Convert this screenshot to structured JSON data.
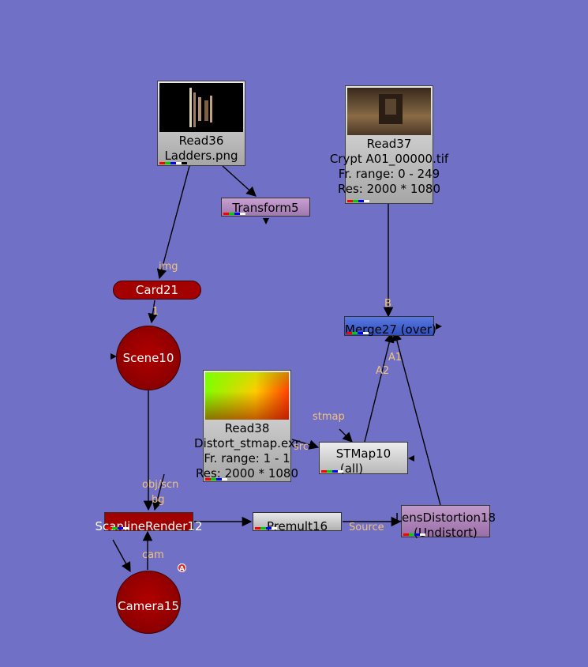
{
  "nodes": {
    "read36": {
      "name": "Read36",
      "file": "Ladders.png"
    },
    "read37": {
      "name": "Read37",
      "file": "Crypt A01_00000.tif",
      "range": "Fr. range: 0 - 249",
      "res": "Res: 2000 * 1080"
    },
    "read38": {
      "name": "Read38",
      "file": "Distort_stmap.exr",
      "range": "Fr. range: 1 - 1",
      "res": "Res: 2000 * 1080"
    },
    "transform5": {
      "name": "Transform5"
    },
    "card21": {
      "name": "Card21"
    },
    "scene10": {
      "name": "Scene10"
    },
    "merge27": {
      "name": "Merge27 (over)"
    },
    "stmap10": {
      "name": "STMap10",
      "sub": "(all)"
    },
    "scanline12": {
      "name": "ScanlineRender12"
    },
    "premult16": {
      "name": "Premult16"
    },
    "lensdist18": {
      "name": "LensDistortion18",
      "sub": "(Undistort)"
    },
    "camera15": {
      "name": "Camera15",
      "badge": "A"
    }
  },
  "edge_labels": {
    "img": "img",
    "one": "1",
    "b": "B",
    "a1": "A1",
    "a2": "A2",
    "stmap": "stmap",
    "src": "src",
    "objscn": "obj/scn",
    "bg": "bg",
    "cam": "cam",
    "source": "Source"
  },
  "colors": {
    "background": "#7070c6",
    "edge_label": "#f2c27a",
    "transform": "#b080c0",
    "merge": "#4060d0",
    "scanline": "#a00000",
    "lens": "#a070a8"
  }
}
